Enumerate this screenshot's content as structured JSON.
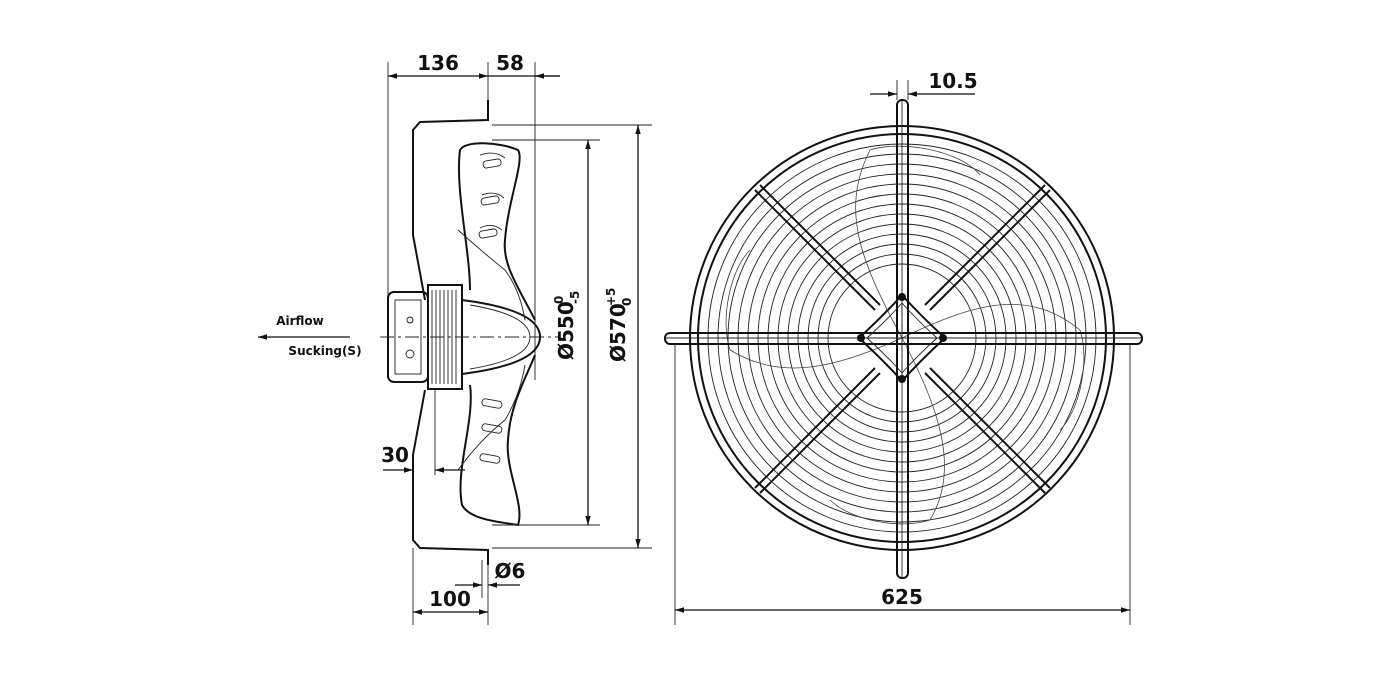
{
  "dimensions": {
    "width_136": "136",
    "width_58": "58",
    "width_30": "30",
    "width_100": "100",
    "hole_dia": "Ø6",
    "wire_10_5": "10.5",
    "overall_625": "625",
    "dia_550": {
      "base": "Ø550",
      "upper": "0",
      "lower": "-5"
    },
    "dia_570": {
      "base": "Ø570",
      "upper": "+5",
      "lower": "0"
    }
  },
  "airflow": {
    "label": "Airflow",
    "mode": "Sucking(S)"
  }
}
